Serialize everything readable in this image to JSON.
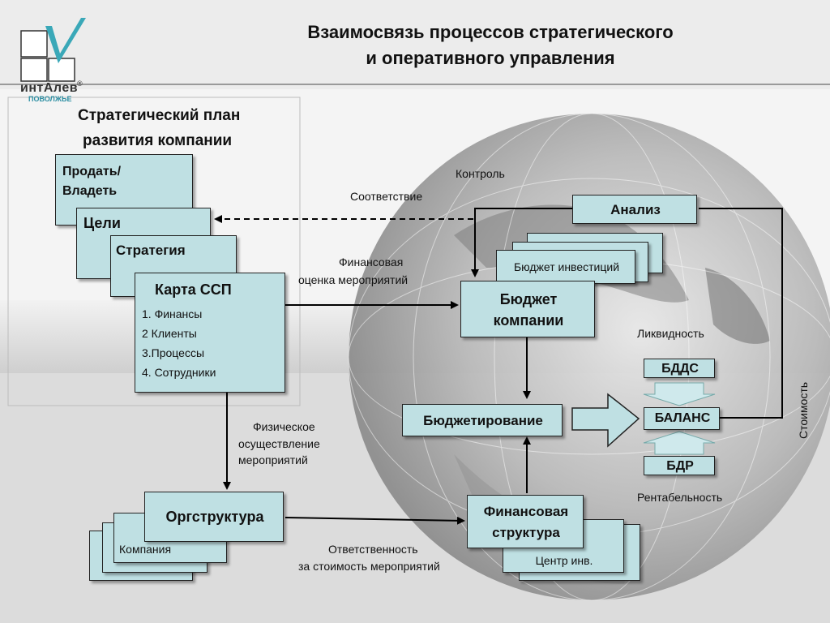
{
  "title": {
    "line1": "Взаимосвязь процессов стратегического",
    "line2": "и оперативного управления"
  },
  "logo": {
    "name": "интАлев",
    "subtitle": "ПОВОЛЖЬЕ",
    "mark": "®"
  },
  "strategic_plan": {
    "heading_line1": "Стратегический  план",
    "heading_line2": "развития   компании",
    "cards": {
      "sell_own_line1": "Продать/",
      "sell_own_line2": "Владеть",
      "goals": "Цели",
      "strategy": "Стратегия"
    },
    "bsc_map": {
      "title": "Карта ССП",
      "items": [
        "1. Финансы",
        "2 Клиенты",
        "3.Процессы",
        "4. Сотрудники"
      ]
    }
  },
  "right_side": {
    "analysis": "Анализ",
    "investment_budget": "Бюджет инвестиций",
    "company_budget_line1": "Бюджет",
    "company_budget_line2": "компании",
    "budgeting": "Бюджетирование",
    "bdds": "БДДС",
    "balance": "БАЛАНС",
    "bdr": "БДР",
    "fin_structure_line1": "Финансовая",
    "fin_structure_line2": "структура",
    "inv_center": "Центр инв."
  },
  "left_bottom": {
    "org_structure": "Оргструктура",
    "company": "Компания"
  },
  "annotations": {
    "control": "Контроль",
    "conformity": "Соответствие",
    "fin_eval_line1": "Финансовая",
    "fin_eval_line2": "оценка мероприятий",
    "liquidity": "Ликвидность",
    "physical_line1": "Физическое",
    "physical_line2": "осуществление",
    "physical_line3": "мероприятий",
    "cost": "Стоимость",
    "profitability": "Рентабельность",
    "responsibility_line1": "Ответственность",
    "responsibility_line2": "за стоимость мероприятий"
  }
}
